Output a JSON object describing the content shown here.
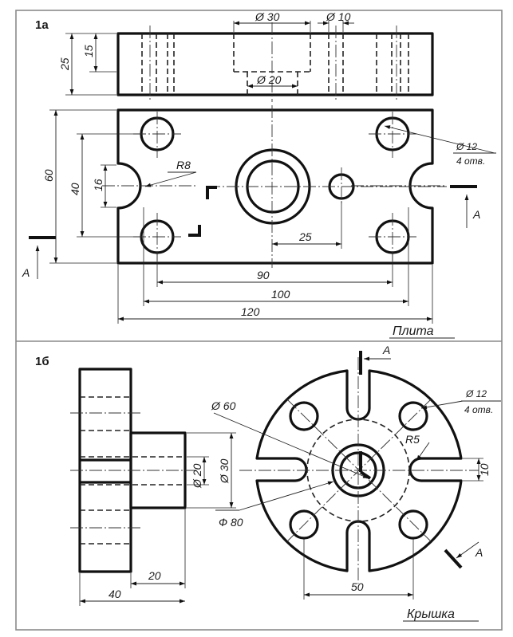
{
  "figures": {
    "a": {
      "label": "1а",
      "caption": "Плита",
      "dims": {
        "d30": "Ø 30",
        "d10": "Ø 10",
        "d20": "Ø 20",
        "h25": "25",
        "h15": "15",
        "h60": "60",
        "h40": "40",
        "h16": "16",
        "r8": "R8",
        "d12": "Ø 12",
        "holes": "4 отв.",
        "w25": "25",
        "w90": "90",
        "w100": "100",
        "w120": "120"
      },
      "section": "А"
    },
    "b": {
      "label": "1б",
      "caption": "Крышка",
      "dims": {
        "d60": "Ø 60",
        "d12": "Ø 12",
        "holes": "4 отв.",
        "r5": "R5",
        "d20": "Ø 20",
        "d30": "Ø 30",
        "d80": "Ф 80",
        "h10": "10",
        "w20": "20",
        "w40": "40",
        "w50": "50"
      },
      "section": "А"
    }
  }
}
